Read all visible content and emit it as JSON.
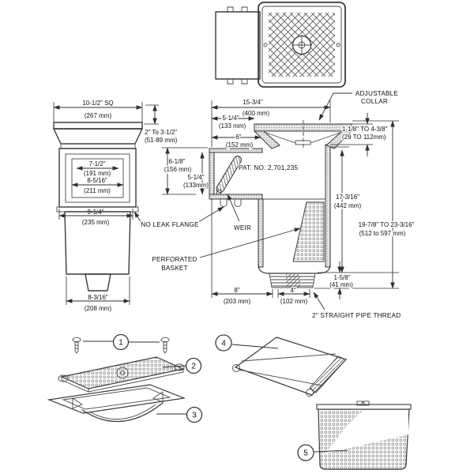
{
  "drawing_title": "pool skimmer technical drawing",
  "views": {
    "front": {
      "dims": {
        "width": {
          "v": "10-1/2\" SQ",
          "mm": "(267 mm)"
        },
        "flange": {
          "v": "2\" To 3-1/2\"",
          "mm": "(51-89 mm)"
        },
        "open1": {
          "v": "7-1/2\"",
          "mm": "(191 mm)"
        },
        "open2": {
          "v": "8-5/16\"",
          "mm": "(211 mm)"
        },
        "body": {
          "v": "9-1/4\"",
          "mm": "(235 mm)"
        },
        "base": {
          "v": "8-3/16\"",
          "mm": "(208 mm)"
        }
      }
    },
    "section": {
      "patent": "PAT. NO. 2,701,235",
      "dims": {
        "depth": {
          "v": "15-3/4\"",
          "mm": "(400 mm)"
        },
        "throat_top": {
          "v": "5-1/4\"",
          "mm": "(133 mm)"
        },
        "throat_bot": {
          "v": "6\"",
          "mm": "(152 mm)"
        },
        "mouth": {
          "v": "6-1/8\"",
          "mm": "(156 mm)"
        },
        "throat_h": {
          "v": "5-1/4\"",
          "mm": "(133mm)"
        },
        "collar_range": {
          "v": "1-1/8\" TO 4-3/8\"",
          "mm": "(29 TO 112mm)"
        },
        "body_h": {
          "v": "17-3/16\"",
          "mm": "(442 mm)"
        },
        "total_h": {
          "v": "19-7/8\" TO 23-3/16\"",
          "mm": "(512 to 597 mm)"
        },
        "thread_h": {
          "v": "1-5/8\"",
          "mm": "(41 mm)"
        },
        "base_d": {
          "v": "8\"",
          "mm": "(203 mm)"
        },
        "outlet": {
          "v": "4\"",
          "mm": "(102 mm)"
        }
      },
      "labels": {
        "adjustable_1": "ADJUSTABLE",
        "adjustable_2": "COLLAR",
        "no_leak_flange": "NO LEAK FLANGE",
        "weir": "WEIR",
        "perforated_1": "PERFORATED",
        "perforated_2": "BASKET",
        "pipe_thread": "2\" STRAIGHT PIPE THREAD"
      }
    }
  },
  "parts": {
    "callouts": [
      "1",
      "2",
      "3",
      "4",
      "5"
    ]
  },
  "colors": {
    "line": "#3a3a3a",
    "text": "#111111",
    "paper": "#ffffff"
  }
}
